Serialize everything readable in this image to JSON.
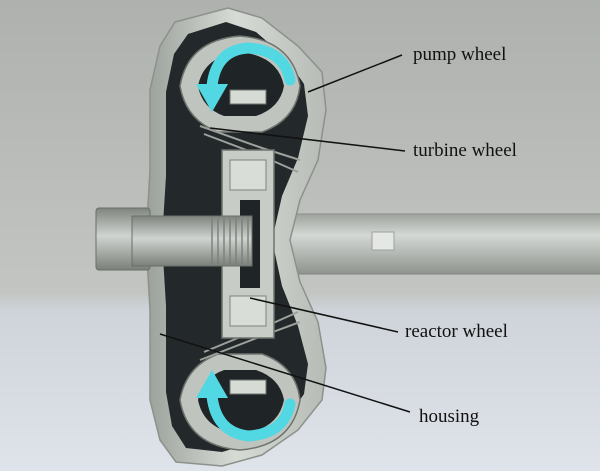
{
  "labels": {
    "pump_wheel": "pump wheel",
    "turbine_wheel": "turbine wheel",
    "reactor_wheel": "reactor wheel",
    "housing": "housing"
  },
  "colors": {
    "background_top": "#b4b7b4",
    "background_bottom": "#d9dee6",
    "housing_metal": "#c9cfc9",
    "dark_interior": "#1d2123",
    "shaft_metal": "#c2c7c2",
    "flow_arrow": "#52d8e3",
    "leader_line": "#111111"
  },
  "icons": {
    "top_arrow": "clockwise-flow-arrow",
    "bottom_arrow": "counterclockwise-flow-arrow"
  }
}
